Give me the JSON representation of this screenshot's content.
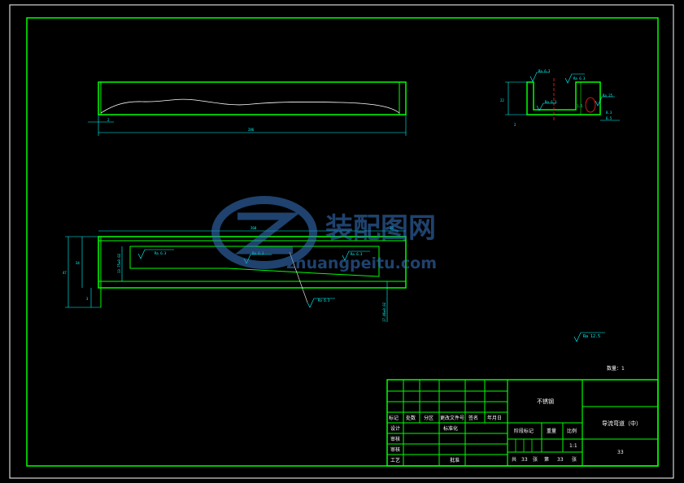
{
  "drawing": {
    "watermark": {
      "brand_cn": "装配图网",
      "brand_url": "zhuangpeitu.com"
    },
    "front_view": {
      "dim_length": "286",
      "dim_height": "2"
    },
    "side_view": {
      "roughness_top": "Ra 6.3",
      "roughness_mid": "Ra 6.3",
      "roughness_right_1": "Ra 6.3",
      "roughness_right_2": "Ra 25",
      "dim_height": "22",
      "dim_small": "2",
      "dim_right_a": "1.5",
      "dim_right_b": "8.3",
      "dim_right_c": "6.5"
    },
    "plan_view": {
      "dim_length": "268",
      "dim_end": "10",
      "dim_total_h": "47",
      "dim_inner_h": "34",
      "dim_bottom": "3",
      "dim_left_tol": "13.75±0.02",
      "dim_right_tol": "17.46±0.02",
      "roughness_1": "Ra 6.3",
      "roughness_2": "Ra 6.3",
      "roughness_3": "Ra 6.3",
      "roughness_4": "Ra 6.3"
    },
    "general_roughness": "Ra 12.5",
    "quantity_note": "数量：1"
  },
  "title_block": {
    "material": "不锈钢",
    "part_name": "导流弯道（中）",
    "drawing_no": "33",
    "scale": "1:1",
    "labels": {
      "mark": "标记",
      "count": "处数",
      "zone": "分区",
      "change_doc": "更改文件号",
      "signature": "签名",
      "date": "年月日",
      "designer": "设计",
      "standardize": "标准化",
      "stage_mark": "阶段标记",
      "weight": "重量",
      "ratio": "比例",
      "review": "审核",
      "process": "工艺",
      "approve": "批准",
      "check": "审核"
    },
    "sheets": {
      "total_prefix": "共",
      "total_value": "33",
      "total_suffix": "张",
      "current_prefix": "第",
      "current_value": "33",
      "current_suffix": "张"
    }
  }
}
